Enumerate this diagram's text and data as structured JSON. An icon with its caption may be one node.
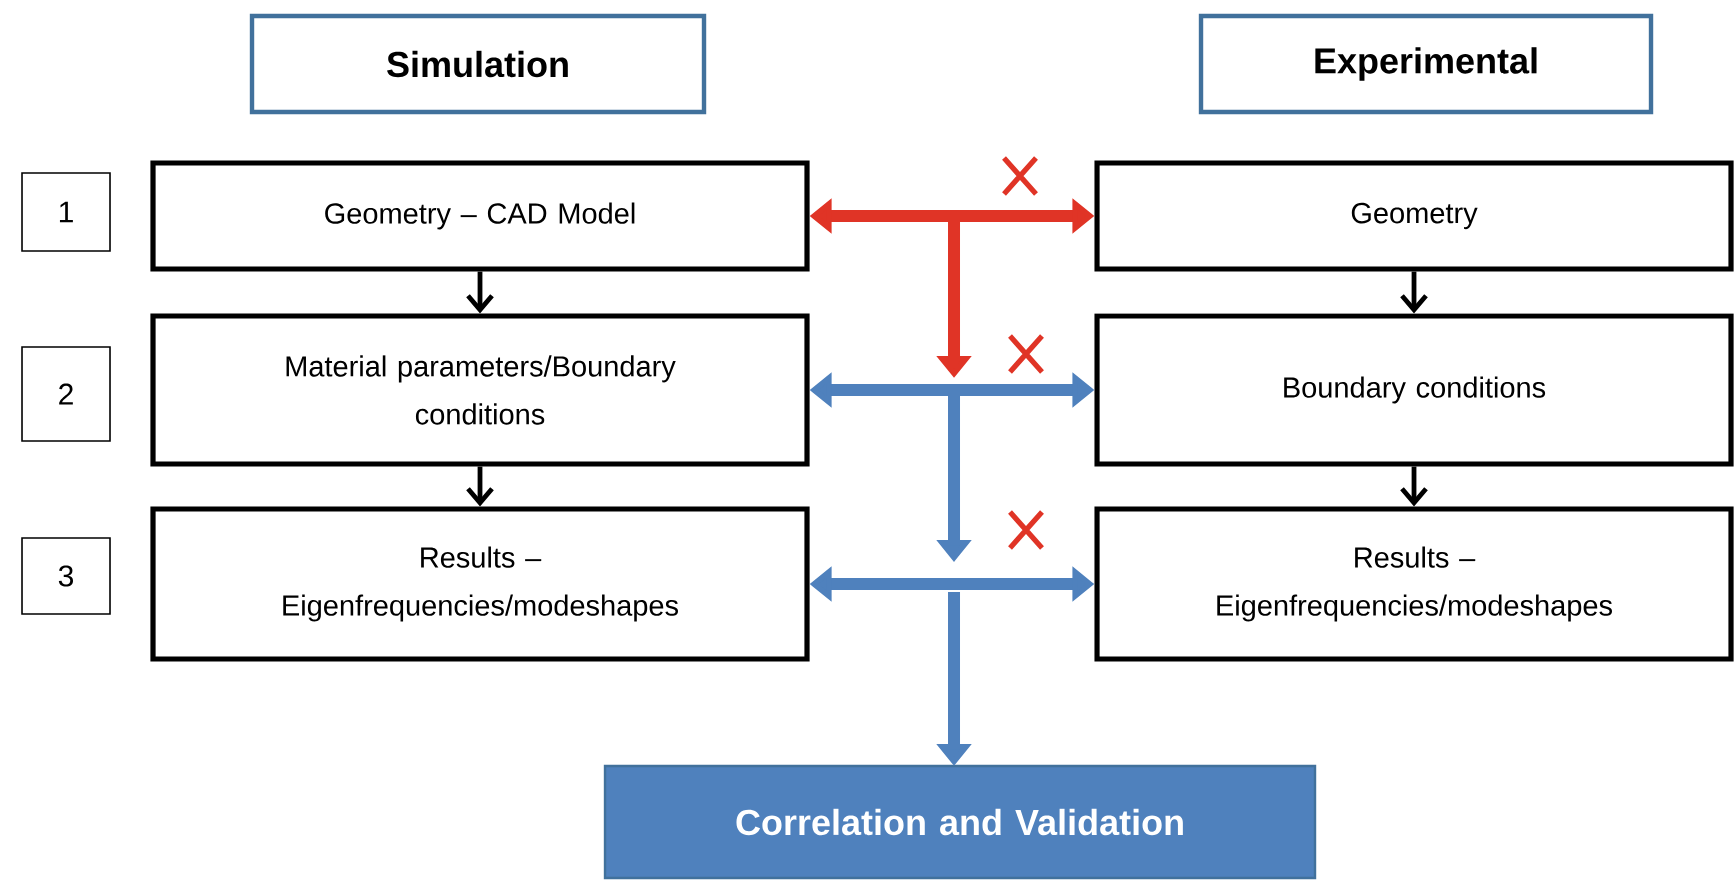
{
  "diagram": {
    "nodes": [
      {
        "text": [
          "Simulation"
        ]
      },
      {
        "text": [
          "Experimental"
        ]
      },
      {
        "text": [
          "1"
        ]
      },
      {
        "text": [
          "Geometry – CAD Model"
        ]
      },
      {
        "text": [
          "Geometry"
        ]
      },
      {
        "text": [
          "2"
        ]
      },
      {
        "text": [
          "Material parameters/Boundary conditions"
        ]
      },
      {
        "text": [
          "Boundary conditions"
        ]
      },
      {
        "text": [
          "3"
        ]
      },
      {
        "text": [
          "Results – Eigenfrequencies/modeshapes"
        ]
      },
      {
        "text": [
          "Results – Eigenfrequencies/modeshapes"
        ]
      },
      {
        "text": [
          "Correlation and Validation"
        ]
      }
    ],
    "edges": [
      {
        "from": 3,
        "to": 6,
        "arrow": "to"
      },
      {
        "from": 6,
        "to": 9,
        "arrow": "to"
      },
      {
        "from": 4,
        "to": 7,
        "arrow": "to"
      },
      {
        "from": 7,
        "to": 10,
        "arrow": "to"
      },
      {
        "from": 3,
        "to": 4,
        "arrow": "both",
        "style": "thick",
        "color": "#e03426"
      },
      {
        "from": 6,
        "to": 7,
        "arrow": "both",
        "style": "thick",
        "color": "#4f81bd"
      },
      {
        "from": 9,
        "to": 10,
        "arrow": "both",
        "style": "thick",
        "color": "#4f81bd"
      },
      {
        "from": null,
        "to": 11,
        "arrow": "to",
        "style": "thick",
        "color": "#4f81bd"
      }
    ]
  }
}
